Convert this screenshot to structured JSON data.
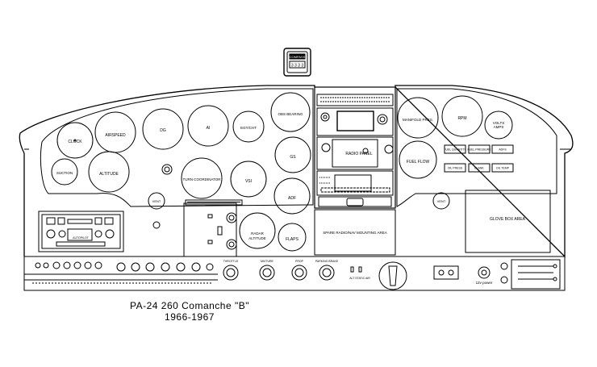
{
  "title": "PA-24 260 Comanche \"B\"",
  "years": "1966-1967",
  "compass": {
    "label": "COMPASS",
    "reading": "3 3 3 3"
  },
  "instruments": {
    "clock": "CLOCK",
    "airspeed": "AIRSPEED",
    "dg": "DG",
    "ai": "AI",
    "egt_cht": "EGT/CHT",
    "suction": "SUCTION",
    "altitude": "ALTITUDE",
    "turn_coordinator": "TURN COORDINATOR",
    "vsi": "VSI",
    "radar_altitude_line1": "RADAR",
    "radar_altitude_line2": "ALTITUDE",
    "flaps": "FLAPS",
    "obs_bearing": "OBS BEARING",
    "gs": "GS",
    "adf": "ADF",
    "manifold_press": "MANIFOLD PRES.",
    "rpm": "RPM",
    "volts_amps_line1": "VOLTS",
    "volts_amps_line2": "AMPS",
    "fuel_flow": "FUEL FLOW"
  },
  "engine_labels": [
    "FUEL QUANTITY",
    "FUEL PRESSURE",
    "ADFS",
    "OIL PRESS",
    "BLANK",
    "OIL TEMP"
  ],
  "areas": {
    "radio_panel": "RADIO PANEL",
    "spare_radio": "SPARE RADIO/NAV MOUNTING AREA",
    "glove_box": "GLOVE BOX AREA",
    "autopilot": "AUTOPILOT"
  },
  "misc_labels": {
    "vent_left": "VENT",
    "vent_right": "VENT",
    "twelve_v_power": "12v power",
    "alt_static_air": "ALT STATIC AIR",
    "mixture": "MIXTURE",
    "throttle": "THROTTLE",
    "prop": "PROP",
    "parking_brake": "PARKING BRAKE"
  }
}
